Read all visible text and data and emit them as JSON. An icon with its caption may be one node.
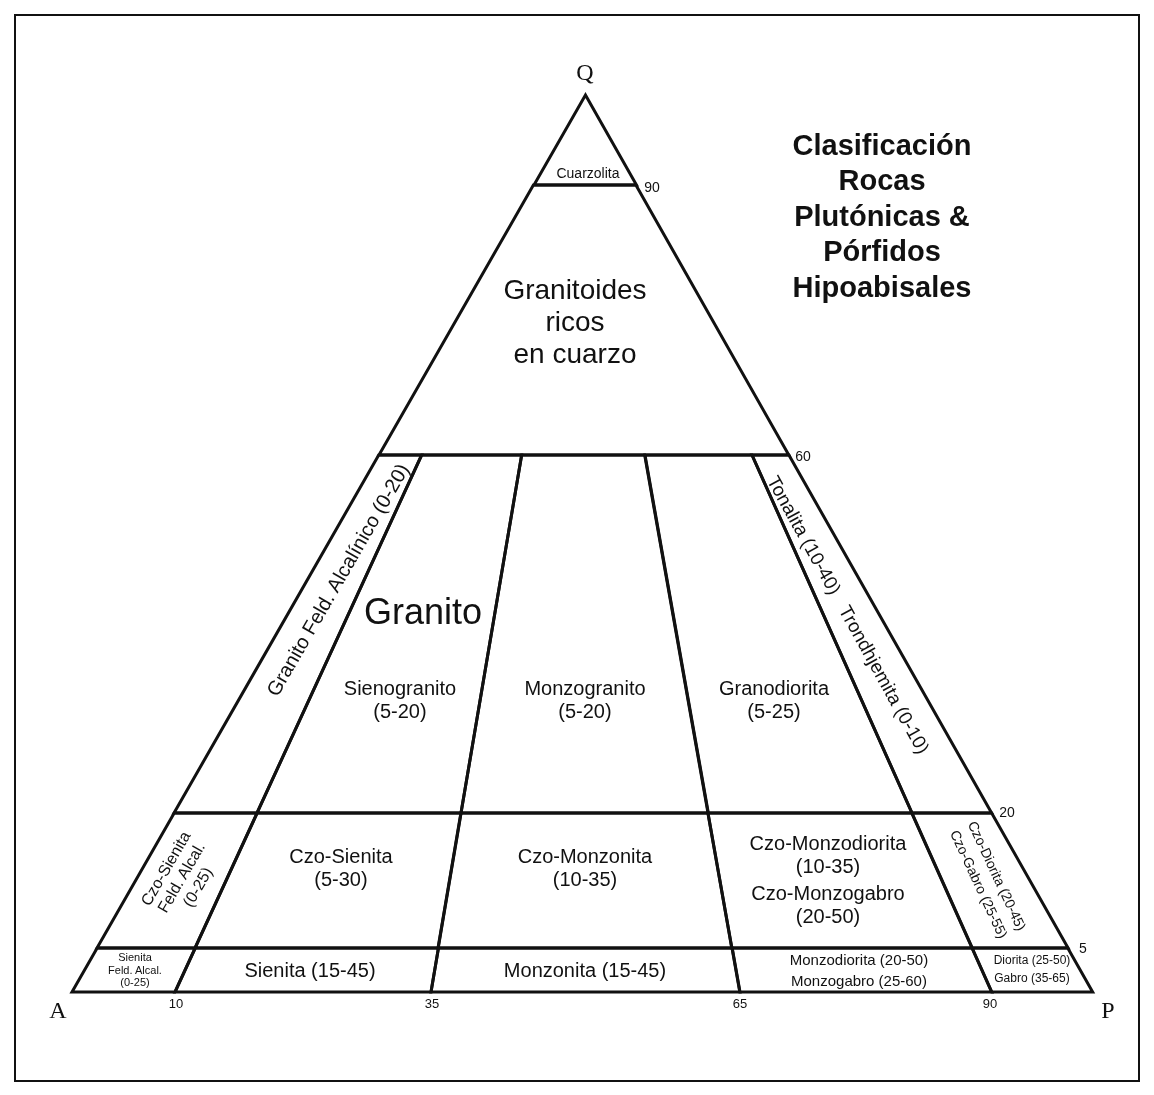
{
  "diagram": {
    "title": "Clasificación Rocas Plutónicas & Pórfidos Hipoabisales",
    "nodes": [
      {
        "text": [
          "Cuarzolita"
        ]
      },
      {
        "text": [
          "Granitoides ricos en cuarzo"
        ]
      },
      {
        "text": [
          "Granito Feld. Alcalínico (0-20)"
        ]
      },
      {
        "text": [
          "Sienogranito (5-20)"
        ]
      },
      {
        "text": [
          "Monzogranito (5-20)"
        ]
      },
      {
        "text": [
          "Granodiorita (5-25)"
        ]
      },
      {
        "text": [
          "Tonalita (10-40)",
          "Trondhjemita (0-10)"
        ]
      },
      {
        "text": [
          "Czo-Sienita Feld. Alcal. (0-25)"
        ]
      },
      {
        "text": [
          "Czo-Sienita (5-30)"
        ]
      },
      {
        "text": [
          "Czo-Monzonita (10-35)"
        ]
      },
      {
        "text": [
          "Czo-Monzodiorita (10-35)",
          "Czo-Monzogabro (20-50)"
        ]
      },
      {
        "text": [
          "Czo-Gabro (25-55)",
          "Czo-Diorita (20-45)"
        ]
      },
      {
        "text": [
          "Sienita Feld. Alcal. (0-25)"
        ]
      },
      {
        "text": [
          "Sienita (15-45)"
        ]
      },
      {
        "text": [
          "Monzonita (15-45)"
        ]
      },
      {
        "text": [
          "Monzodiorita (20-50)",
          "Monzogabro (25-60)"
        ]
      },
      {
        "text": [
          "Diorita (25-50)",
          "Gabro (35-65)"
        ]
      }
    ],
    "labels": [
      "Q",
      "90",
      "60",
      "Granito",
      "20",
      "5",
      "A",
      "10",
      "35",
      "65",
      "90",
      "P"
    ]
  }
}
